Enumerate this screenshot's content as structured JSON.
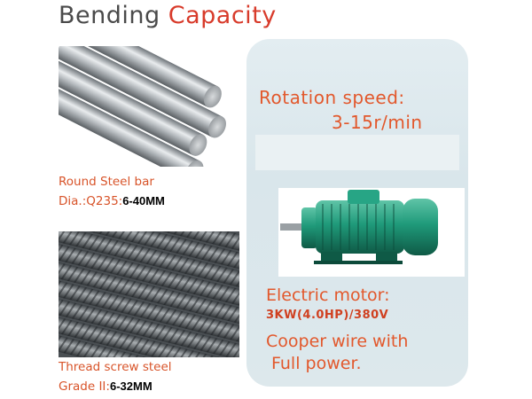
{
  "header": {
    "title_part1": "Bending",
    "title_part2": "Capacity"
  },
  "round_bar": {
    "name": "Round Steel bar",
    "dia_label": "Dia.:Q235:",
    "spec": "6-40MM"
  },
  "thread_steel": {
    "name": "Thread screw steel",
    "grade_label": "Grade II:",
    "spec": "6-32MM"
  },
  "rotation": {
    "label": "Rotation speed:",
    "value": "3-15r/min"
  },
  "motor": {
    "label": "Electric motor:",
    "spec": "3KW(4.0HP)/380V"
  },
  "wire": {
    "line1": "Cooper wire with",
    "line2": "Full power."
  },
  "colors": {
    "accent_orange": "#e2582c",
    "title_red": "#d83b2b",
    "motor_green": "#1f9a7a",
    "panel_bg": "#dde8ec"
  }
}
